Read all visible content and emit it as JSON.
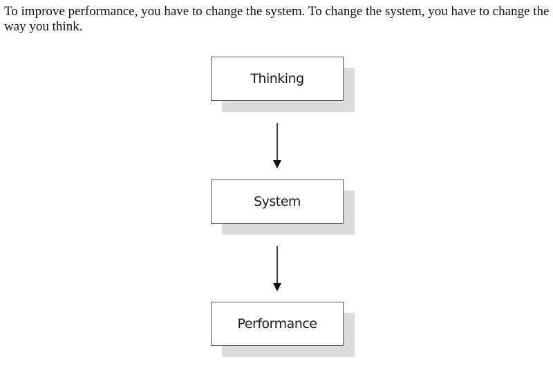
{
  "intro_text": "To improve performance, you have to change the system.  To change the system, you have to change the way you think.",
  "diagram": {
    "nodes": [
      {
        "label": "Thinking"
      },
      {
        "label": "System"
      },
      {
        "label": "Performance"
      }
    ]
  }
}
